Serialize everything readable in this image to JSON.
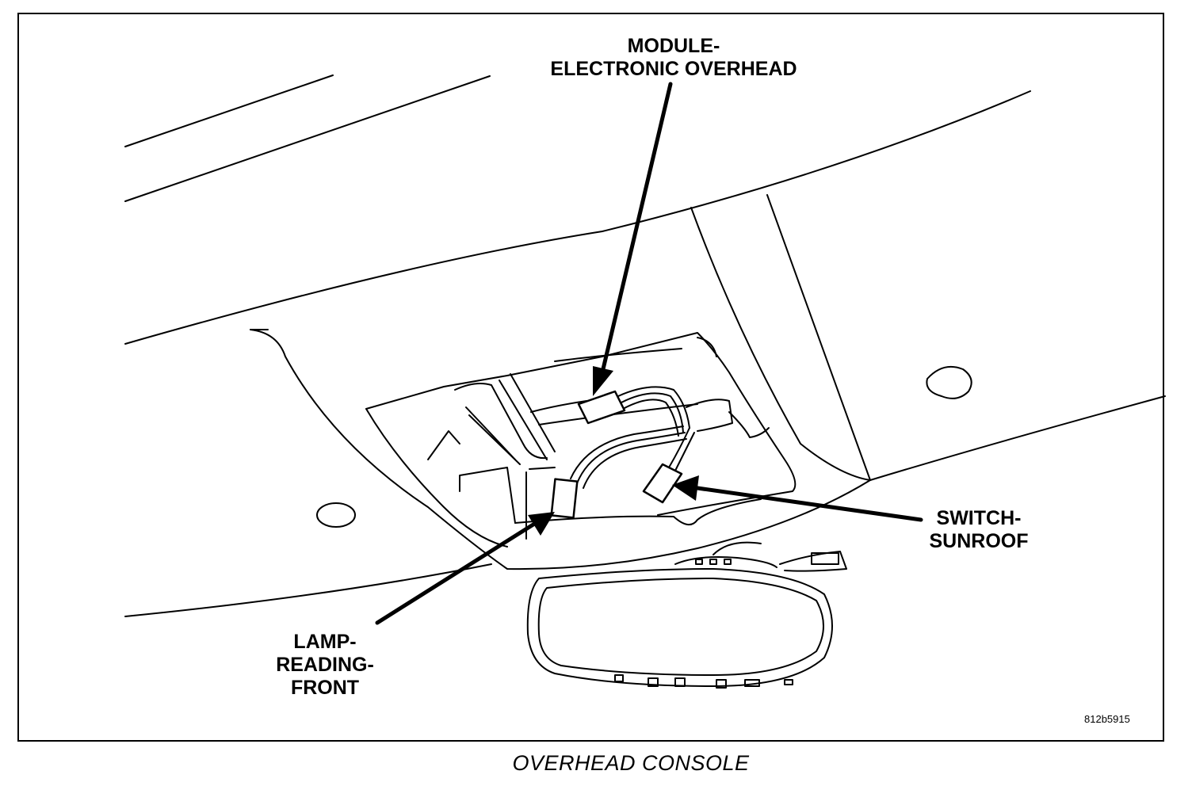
{
  "callouts": {
    "module": [
      "MODULE-",
      "ELECTRONIC OVERHEAD"
    ],
    "switch": [
      "SWITCH-",
      "SUNROOF"
    ],
    "lamp": [
      "LAMP-",
      "READING-",
      "FRONT"
    ]
  },
  "reference_code": "812b5915",
  "caption": "OVERHEAD CONSOLE"
}
